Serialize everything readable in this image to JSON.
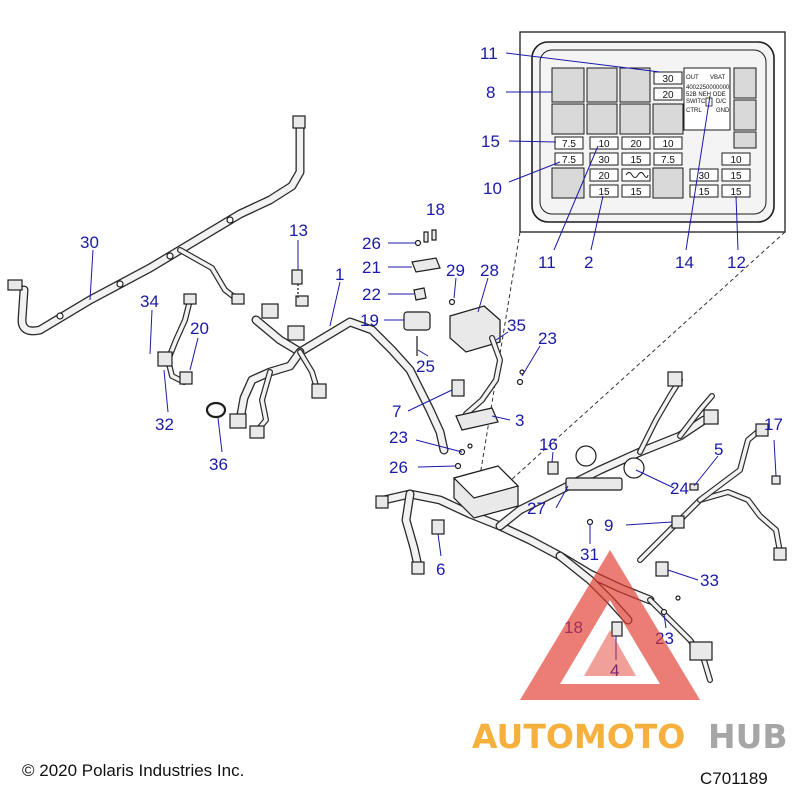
{
  "diagram": {
    "copyright": "© 2020 Polaris Industries Inc.",
    "figure_id": "C701189",
    "fusebox_labels": {
      "out": "OUT",
      "vbat": "VBAT",
      "part_no": "4002250000000",
      "header_row": "52B  NEH  ODE",
      "switch": "SWITCH",
      "dc": "D/C",
      "ctrl": "CTRL",
      "gnd": "GND"
    },
    "fuse_values": {
      "f30a": "30",
      "f20a": "20",
      "f75a": "7.5",
      "f75b": "7.5",
      "f10a": "10",
      "f30b": "30",
      "f20b": "20",
      "f10b": "10",
      "f15a": "15",
      "f75c": "7.5",
      "f20c": "20",
      "f15b": "15",
      "f15c": "15",
      "f30c": "30",
      "f15d": "15",
      "f15e": "15",
      "f10c": "10",
      "f15f": "15"
    },
    "callouts": {
      "c1": "1",
      "c2": "2",
      "c3": "3",
      "c4": "4",
      "c5": "5",
      "c6": "6",
      "c7": "7",
      "c8": "8",
      "c9": "9",
      "c10": "10",
      "c11a": "11",
      "c11b": "11",
      "c12": "12",
      "c13": "13",
      "c14": "14",
      "c15": "15",
      "c16": "16",
      "c17": "17",
      "c18a": "18",
      "c18b": "18",
      "c19": "19",
      "c20": "20",
      "c21": "21",
      "c22": "22",
      "c23a": "23",
      "c23b": "23",
      "c23c": "23",
      "c24": "24",
      "c25": "25",
      "c26a": "26",
      "c26b": "26",
      "c27": "27",
      "c28": "28",
      "c29": "29",
      "c30": "30",
      "c31": "31",
      "c32": "32",
      "c33": "33",
      "c34": "34",
      "c35": "35",
      "c36": "36"
    },
    "watermark": {
      "part1": "AUTOMOTO",
      "part2": "HUB"
    },
    "colors": {
      "callout": "#1a1aa8",
      "watermark_red": "#e23a2c",
      "watermark_orange": "#f5a623",
      "watermark_gray": "#9a9a9a"
    }
  }
}
